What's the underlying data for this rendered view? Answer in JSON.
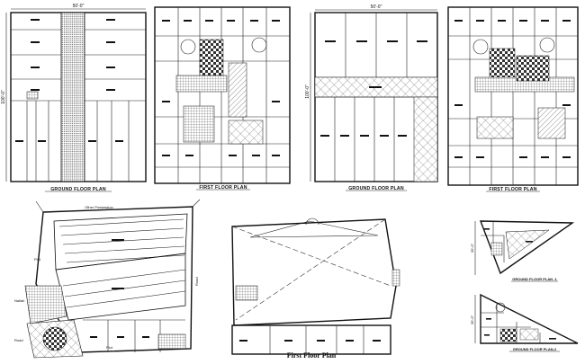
{
  "drawing": {
    "captions": {
      "plan1": "GROUND FLOOR PLAN",
      "plan2": "FIRST FLOOR PLAN",
      "plan3": "GROUND FLOOR PLAN",
      "plan4": "FIRST FLOOR PLAN",
      "plan5": "",
      "plan6": "First Floor Plan",
      "plan7": "GROUND FLOOR PLAN -1",
      "plan8": "GROUND FLOOR PLAN-2"
    },
    "dimensions": {
      "plan1_top": "50'-0\"",
      "plan1_side": "100'-0\"",
      "plan3_top": "50'-0\"",
      "plan3_side": "100'-0\"",
      "plan7_side": "30'-0\"",
      "plan8_side": "30'-0\""
    },
    "annotations": {
      "plot_top": "Other Possession",
      "plot_left": "Plot",
      "plot_bottom": "Plot",
      "plot_road1": "Nallah",
      "plot_road2": "Road",
      "plot_side": "Road"
    },
    "colors": {
      "ink": "#111111",
      "paper": "#ffffff",
      "hatch": "#555555"
    }
  }
}
